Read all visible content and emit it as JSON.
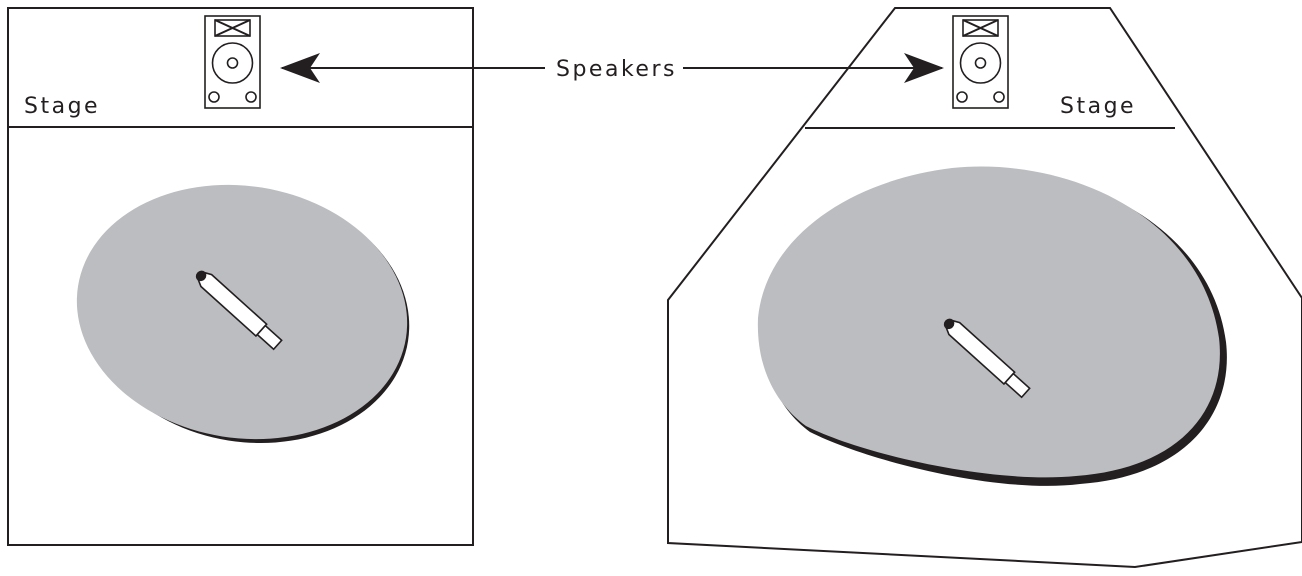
{
  "labels": {
    "stage_left": "Stage",
    "stage_right": "Stage",
    "speakers": "Speakers"
  },
  "colors": {
    "line": "#231f20",
    "coverage": "#bcbdc0",
    "background": "#ffffff"
  },
  "icons": [
    "speaker-icon",
    "microphone-icon",
    "arrow-icon"
  ]
}
